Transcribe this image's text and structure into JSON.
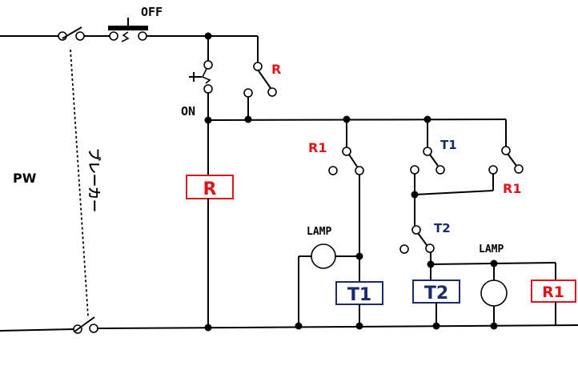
{
  "labels": {
    "off": "OFF",
    "on": "ON",
    "pw": "PW",
    "breaker": "ブレーカー",
    "r_contact": "R",
    "r1_left": "R1",
    "t1_contact": "T1",
    "r1_right": "R1",
    "t2_contact": "T2",
    "lamp_left": "LAMP",
    "lamp_right": "LAMP"
  },
  "components": {
    "relay_r": "R",
    "timer_t1": "T1",
    "timer_t2": "T2",
    "relay_r1": "R1"
  },
  "colors": {
    "red": "#e0141b",
    "navy": "#1a2a6c",
    "wire": "#000000"
  }
}
